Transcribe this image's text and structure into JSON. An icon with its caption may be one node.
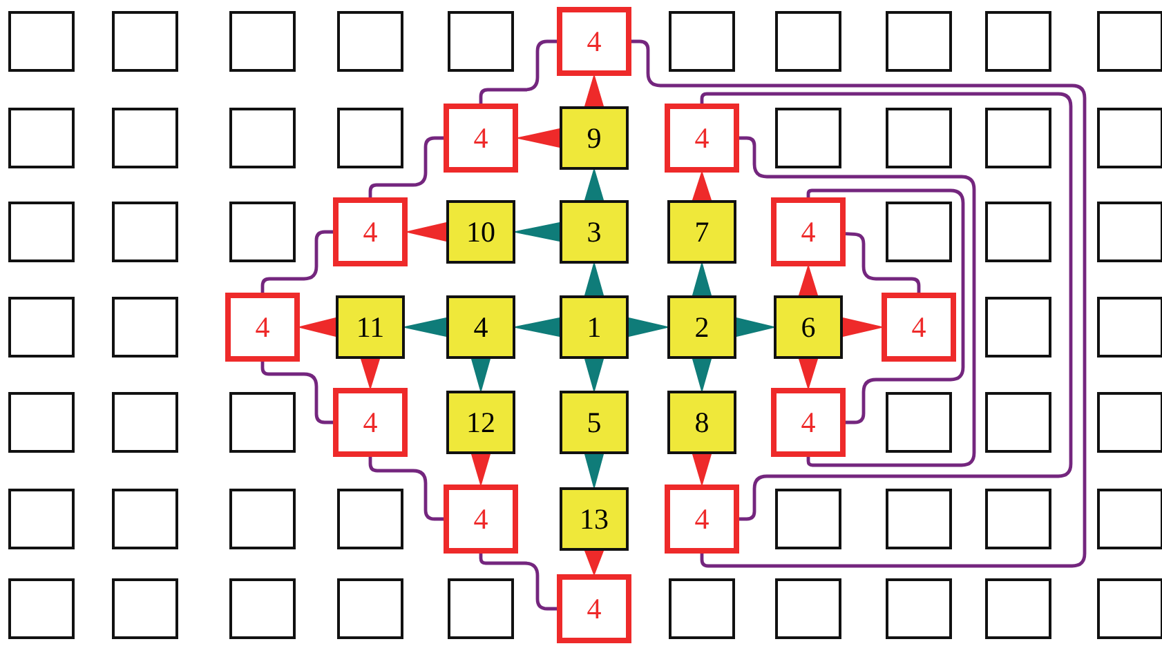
{
  "diagram": {
    "nodes": [
      {
        "text": [],
        "shape": "box"
      },
      {
        "text": [],
        "shape": "box"
      },
      {
        "text": [],
        "shape": "box"
      },
      {
        "text": [],
        "shape": "box"
      },
      {
        "text": [],
        "shape": "box"
      },
      {
        "text": [
          "4"
        ]
      },
      {
        "text": [],
        "shape": "box"
      },
      {
        "text": [],
        "shape": "box"
      },
      {
        "text": [],
        "shape": "box"
      },
      {
        "text": [],
        "shape": "box"
      },
      {
        "text": [],
        "shape": "box"
      },
      {
        "text": [],
        "shape": "box"
      },
      {
        "text": [],
        "shape": "box"
      },
      {
        "text": [],
        "shape": "box"
      },
      {
        "text": [],
        "shape": "box"
      },
      {
        "text": [
          "4"
        ]
      },
      {
        "text": [
          "9"
        ]
      },
      {
        "text": [
          "4"
        ]
      },
      {
        "text": [],
        "shape": "box"
      },
      {
        "text": [],
        "shape": "box"
      },
      {
        "text": [],
        "shape": "box"
      },
      {
        "text": [],
        "shape": "box"
      },
      {
        "text": [],
        "shape": "box"
      },
      {
        "text": [],
        "shape": "box"
      },
      {
        "text": [],
        "shape": "box"
      },
      {
        "text": [
          "4"
        ]
      },
      {
        "text": [
          "10"
        ]
      },
      {
        "text": [
          "3"
        ]
      },
      {
        "text": [
          "7"
        ]
      },
      {
        "text": [
          "4"
        ]
      },
      {
        "text": [],
        "shape": "box"
      },
      {
        "text": [],
        "shape": "box"
      },
      {
        "text": [],
        "shape": "box"
      },
      {
        "text": [],
        "shape": "box"
      },
      {
        "text": [],
        "shape": "box"
      },
      {
        "text": [
          "4"
        ]
      },
      {
        "text": [
          "11"
        ]
      },
      {
        "text": [
          "4"
        ]
      },
      {
        "text": [
          "1"
        ]
      },
      {
        "text": [
          "2"
        ]
      },
      {
        "text": [
          "6"
        ]
      },
      {
        "text": [
          "4"
        ]
      },
      {
        "text": [],
        "shape": "box"
      },
      {
        "text": [],
        "shape": "box"
      },
      {
        "text": [],
        "shape": "box"
      },
      {
        "text": [],
        "shape": "box"
      },
      {
        "text": [],
        "shape": "box"
      },
      {
        "text": [
          "4"
        ]
      },
      {
        "text": [
          "12"
        ]
      },
      {
        "text": [
          "5"
        ]
      },
      {
        "text": [
          "8"
        ]
      },
      {
        "text": [
          "4"
        ]
      },
      {
        "text": [],
        "shape": "box"
      },
      {
        "text": [],
        "shape": "box"
      },
      {
        "text": [],
        "shape": "box"
      },
      {
        "text": [],
        "shape": "box"
      },
      {
        "text": [],
        "shape": "box"
      },
      {
        "text": [],
        "shape": "box"
      },
      {
        "text": [],
        "shape": "box"
      },
      {
        "text": [
          "4"
        ]
      },
      {
        "text": [
          "13"
        ]
      },
      {
        "text": [
          "4"
        ]
      },
      {
        "text": [],
        "shape": "box"
      },
      {
        "text": [],
        "shape": "box"
      },
      {
        "text": [],
        "shape": "box"
      },
      {
        "text": [],
        "shape": "box"
      },
      {
        "text": [],
        "shape": "box"
      },
      {
        "text": [],
        "shape": "box"
      },
      {
        "text": [],
        "shape": "box"
      },
      {
        "text": [],
        "shape": "box"
      },
      {
        "text": [],
        "shape": "box"
      },
      {
        "text": [
          "4"
        ]
      },
      {
        "text": [],
        "shape": "box"
      },
      {
        "text": [],
        "shape": "box"
      },
      {
        "text": [],
        "shape": "box"
      },
      {
        "text": [],
        "shape": "box"
      },
      {
        "text": [],
        "shape": "box"
      }
    ],
    "edges": [
      {
        "from": 38,
        "to": 39,
        "arrow": "to"
      },
      {
        "from": 38,
        "to": 27,
        "arrow": "to"
      },
      {
        "from": 38,
        "to": 37,
        "arrow": "to"
      },
      {
        "from": 38,
        "to": 49,
        "arrow": "to"
      },
      {
        "from": 39,
        "to": 40,
        "arrow": "to"
      },
      {
        "from": 39,
        "to": 28,
        "arrow": "to"
      },
      {
        "from": 39,
        "to": 50,
        "arrow": "to"
      },
      {
        "from": 27,
        "to": 16,
        "arrow": "to"
      },
      {
        "from": 27,
        "to": 26,
        "arrow": "to"
      },
      {
        "from": 37,
        "to": 36,
        "arrow": "to"
      },
      {
        "from": 37,
        "to": 48,
        "arrow": "to"
      },
      {
        "from": 49,
        "to": 60,
        "arrow": "to"
      },
      {
        "from": 16,
        "to": 5,
        "arrow": "to",
        "color": "#ee2a2a"
      },
      {
        "from": 16,
        "to": 15,
        "arrow": "to",
        "color": "#ee2a2a"
      },
      {
        "from": 26,
        "to": 25,
        "arrow": "to",
        "color": "#ee2a2a"
      },
      {
        "from": 28,
        "to": 17,
        "arrow": "to",
        "color": "#ee2a2a"
      },
      {
        "from": 40,
        "to": 29,
        "arrow": "to",
        "color": "#ee2a2a"
      },
      {
        "from": 40,
        "to": 41,
        "arrow": "to",
        "color": "#ee2a2a"
      },
      {
        "from": 40,
        "to": 51,
        "arrow": "to",
        "color": "#ee2a2a"
      },
      {
        "from": 36,
        "to": 35,
        "arrow": "to",
        "color": "#ee2a2a"
      },
      {
        "from": 36,
        "to": 47,
        "arrow": "to",
        "color": "#ee2a2a"
      },
      {
        "from": 48,
        "to": 59,
        "arrow": "to",
        "color": "#ee2a2a"
      },
      {
        "from": 60,
        "to": 71,
        "arrow": "to",
        "color": "#ee2a2a"
      },
      {
        "from": 50,
        "to": 61,
        "arrow": "to",
        "color": "#ee2a2a"
      },
      {
        "from": 71,
        "to": 59,
        "arrow": "none",
        "color": "#74267e"
      },
      {
        "from": 59,
        "to": 47,
        "arrow": "none",
        "color": "#74267e"
      },
      {
        "from": 47,
        "to": 35,
        "arrow": "none",
        "color": "#74267e"
      },
      {
        "from": 35,
        "to": 25,
        "arrow": "none",
        "color": "#74267e"
      },
      {
        "from": 25,
        "to": 15,
        "arrow": "none",
        "color": "#74267e"
      },
      {
        "from": 15,
        "to": 5,
        "arrow": "none",
        "color": "#74267e"
      },
      {
        "from": 5,
        "to": 61,
        "arrow": "none",
        "color": "#74267e"
      },
      {
        "from": 61,
        "to": 17,
        "arrow": "none",
        "color": "#74267e"
      },
      {
        "from": 17,
        "to": 51,
        "arrow": "none",
        "color": "#74267e"
      },
      {
        "from": 51,
        "to": 29,
        "arrow": "none",
        "color": "#74267e"
      },
      {
        "from": 29,
        "to": 41,
        "arrow": "none",
        "color": "#74267e"
      }
    ]
  }
}
